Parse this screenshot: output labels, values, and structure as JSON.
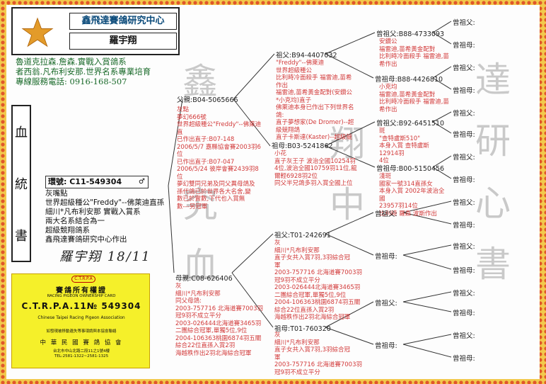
{
  "header": {
    "loft_name": "鑫飛達賽鴿研究中心",
    "owner_name": "羅宇翔",
    "intro": [
      "魯道克拉森.詹森.實戰入賞鴿系",
      "者西翁.凡布利安那.世界名系專業培育",
      "專線服務電話: 0916-168-507"
    ]
  },
  "vertical_title": [
    "血",
    "統",
    "書"
  ],
  "ring": {
    "label": "環號: C11-549304",
    "symbol": "♂"
  },
  "bird_info": [
    "灰嘴點",
    "世界超級種公\"Freddy\"--佛萊迪直孫",
    "細川*凡布利安那 實戰入賞系",
    "兩大名系結合為一",
    "超級競翔鴿系",
    "鑫飛達賽鴿研究中心作出"
  ],
  "signature": "羅宇翔 18/11",
  "certificate": {
    "logo": "C.T.R.P.A",
    "title": "賽鴿所有權證",
    "en1": "RACING PIGEON OWNERSHIP CARD",
    "number": "C.T.R.P.A.11№ 549304",
    "en2": "Chinese Taipei Racing Pigeon Association",
    "note": "如發現被移動遺失等事項請與本協會聯絡",
    "assoc": "中 華 民 國 賽 鴿 協 會",
    "addr": "台北市中山北路二段11之1號4樓",
    "tel": "TEL:2581-1322~2581-1325"
  },
  "watermark": {
    "left": [
      "鑫",
      "究",
      "血"
    ],
    "mid": [
      "翔",
      "中"
    ],
    "right": [
      "達",
      "研",
      "心",
      "書"
    ]
  },
  "sire": {
    "label": "父親:B04-5065666",
    "desc": [
      "灰點",
      "夢幻666號",
      "世界超級種公\"Freddy\"--佛萊迪直",
      "已作出直子:B07-148",
      "2006/5/7 嘉縣協會賽2003羽6位",
      "已作出直子:B07-047",
      "2006/5/24 彼岸會賽2439羽8位",
      "夢幻雙同兄弟及同父異母鴿及",
      "孫代鴿已於世界各大名舍,變",
      "數已於實數,下代也入賞無",
      "數---另冠軍"
    ]
  },
  "dam": {
    "label": "母親:C08-626406",
    "desc": [
      "灰",
      "細川*凡布利安那",
      "同父母鴿:",
      "2003-757716 北海道賽7003羽",
      "冠9羽不成立平分",
      "2003-026444北海道賽3465羽",
      "二團綜合冠軍,單獨5位,9位",
      "2004-106363桃園6874羽五關",
      "綜合22位直孫入賞2羽",
      "海越秩作出2羽北海綜合冠軍"
    ]
  },
  "gs1": {
    "label": "祖父:B94-4407032",
    "desc": [
      "\"Freddy\"--佛萊迪",
      "世界超級種公",
      "比利時冷面殺手 福雷迪,苗希",
      "作出",
      "福雷迪,苗希黃金配對(安鑽公",
      "*小克均)直子",
      "佛萊迪本身已作出下列世界名",
      "鴿:",
      "直子夢想家(De Dromer)--超",
      "級競翔鴿",
      "直子卡斯達(Kaster)--超級競"
    ]
  },
  "gd1": {
    "label": "祖母:B03-5241862",
    "desc": [
      "小花",
      "直子灰王子 波治全國10254羽",
      "4位,波治全國10759羽11位,龍",
      "爾輕6928羽2位",
      "同父半兄鴿多羽入賞全國上位"
    ]
  },
  "gs2": {
    "label": "祖父:T01-242691",
    "desc": [
      "灰",
      "細川*凡布利安那",
      "直子女共入賞7羽,3羽綜合冠",
      "軍",
      "2003-757716 北海道賽7003羽",
      "冠9羽不成立平分",
      "2003-026444北海道賽3465羽",
      "二團綜合冠軍,單獨5位,9位",
      "2004-106363桃園6874羽五關",
      "綜合22位直孫入賞2羽",
      "海越秩作出2羽北海綜合冠軍"
    ]
  },
  "gd2": {
    "label": "祖母:T01-760320",
    "desc": [
      "灰",
      "細川*凡布利安那",
      "直子女共入賞7羽,3羽綜合冠",
      "軍",
      "2003-757716 北海道賽7003羽",
      "冠9羽不成立平分"
    ]
  },
  "ggs1": {
    "label": "曾祖父:B88-4733093",
    "desc": [
      "安鑽公",
      "福雷迪,苗希黃金配對",
      "比利時冷面殺手 福雷迪,苗",
      "希作出"
    ]
  },
  "ggd1": {
    "label": "曾祖母:B88-4426810",
    "desc": [
      "小克均",
      "福雷迪,苗希黃金配對",
      "比利時冷面殺手 福雷迪,苗",
      "希作出"
    ]
  },
  "ggs2": {
    "label": "曾祖父:B92-6451510",
    "desc": [
      "斑",
      "\"查特盧斯510\"",
      "本身入賞 查特盧斯 12914羽",
      "4位"
    ]
  },
  "ggd2": {
    "label": "曾祖母:B00-5150456",
    "desc": [
      "淺斑",
      "國家一號314直孫女",
      "本身入賞 2002年波治全國",
      "23957羽14位",
      "比利時 羅森 波斯作出"
    ]
  },
  "ggs3": {
    "label": "曾祖父:"
  },
  "ggd3": {
    "label": "曾祖母:"
  },
  "ggs4": {
    "label": "曾祖父:"
  },
  "ggd4": {
    "label": "曾祖母:"
  },
  "gggs": [
    "曾祖父:",
    "曾祖母:",
    "曾祖父:",
    "曾祖母:",
    "曾祖父:",
    "曾祖母:",
    "曾祖父:",
    "曾祖母:"
  ]
}
